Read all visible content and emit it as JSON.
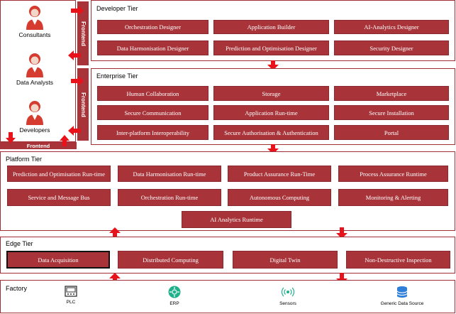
{
  "users": [
    {
      "label": "Consultants"
    },
    {
      "label": "Data Analysts"
    },
    {
      "label": "Developers"
    }
  ],
  "frontend_tabs": [
    "Frontend",
    "Frontend",
    "Frontend"
  ],
  "developer_tier": {
    "title": "Developer Tier",
    "items": [
      "Orchestration Designer",
      "Application Builder",
      "AI-Analytics Designer",
      "Data Harmonisation Designer",
      "Prediction and Optimisation Designer",
      "Security Designer"
    ]
  },
  "enterprise_tier": {
    "title": "Enterprise Tier",
    "items": [
      "Human Collaboration",
      "Storage",
      "Marketplace",
      "Secure Communication",
      "Application Run-time",
      "Secure Installation",
      "Inter-platform Interoperability",
      "Secure Authorisation & Authentication",
      "Portal"
    ]
  },
  "platform_tier": {
    "title": "Platform Tier",
    "items": [
      "Prediction and Optimisation Run-time",
      "Data Harmonisation Run-time",
      "Product Assurance Run-Time",
      "Process Assurance Runtime",
      "Service and Message Bus",
      "Orchestration Run-time",
      "Autonomous Computing",
      "Monitoring & Alerting",
      "AI Analytics Runtime"
    ]
  },
  "edge_tier": {
    "title": "Edge Tier",
    "items": [
      "Data Acquisition",
      "Distributed Computing",
      "Digital Twin",
      "Non-Destructive Inspection"
    ]
  },
  "factory": {
    "title": "Factory",
    "items": [
      {
        "label": "PLC",
        "icon": "plc-icon"
      },
      {
        "label": "ERP",
        "icon": "erp-icon"
      },
      {
        "label": "Sensors",
        "icon": "sensors-icon"
      },
      {
        "label": "Generic Data Source",
        "icon": "database-icon"
      }
    ]
  },
  "colors": {
    "accent": "#a8343a",
    "arrow": "#e8121b",
    "border": "#a02f36"
  }
}
